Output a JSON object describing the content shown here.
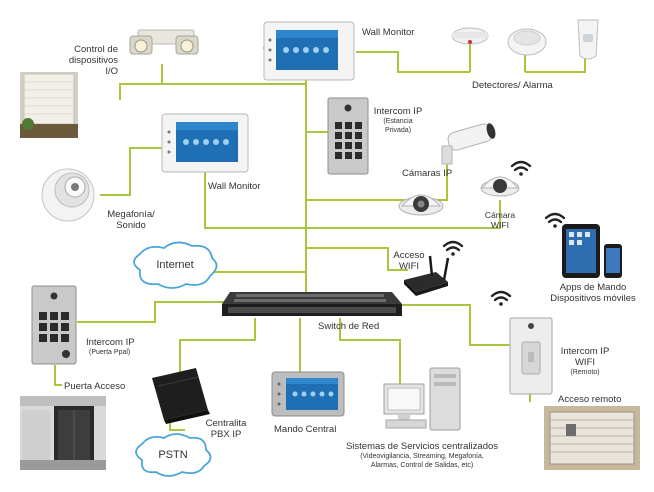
{
  "labels": {
    "control_io": [
      "Control de",
      "dispositivos",
      "I/O"
    ],
    "wall_monitor_top": "Wall Monitor",
    "detectores": "Detectores/ Alarma",
    "intercom_privada": "Intercom IP",
    "intercom_privada_sub": [
      "(Estancia",
      "Privada)"
    ],
    "camaras_ip": "Cámaras IP",
    "camara_wifi": [
      "Cámara",
      "WIFI"
    ],
    "wall_monitor_left": "Wall Monitor",
    "megafonia": [
      "Megafonía/",
      "Sonido"
    ],
    "internet": "Internet",
    "acceso_wifi": [
      "Acceso",
      "WIFI"
    ],
    "apps": [
      "Apps de Mando",
      "Dispositivos móviles"
    ],
    "switch": "Switch de Red",
    "intercom_puerta": "Intercom IP",
    "intercom_puerta_sub": "(Puerta Ppal)",
    "intercom_wifi": [
      "Intercom IP",
      "WIFI"
    ],
    "intercom_wifi_sub": "(Remoto)",
    "puerta_acceso": "Puerta Acceso",
    "acceso_remoto": "Acceso remoto",
    "centralita": [
      "Centralita",
      "PBX IP"
    ],
    "mando_central": "Mando Central",
    "sistemas": "Sistemas de Servicios centralizados",
    "sistemas_sub": [
      "(Videovigilancia, Streaming, Megafonía,",
      "Alarmas, Control de Salidas, etc)"
    ],
    "pstn": "PSTN"
  },
  "colors": {
    "connector": "#a8c63c",
    "cloud_stroke": "#4aa6d8",
    "device_dark": "#2b2b2b",
    "screen_blue": "#1f6fb5"
  },
  "icons": [
    "wifi-icon",
    "cloud-icon"
  ]
}
